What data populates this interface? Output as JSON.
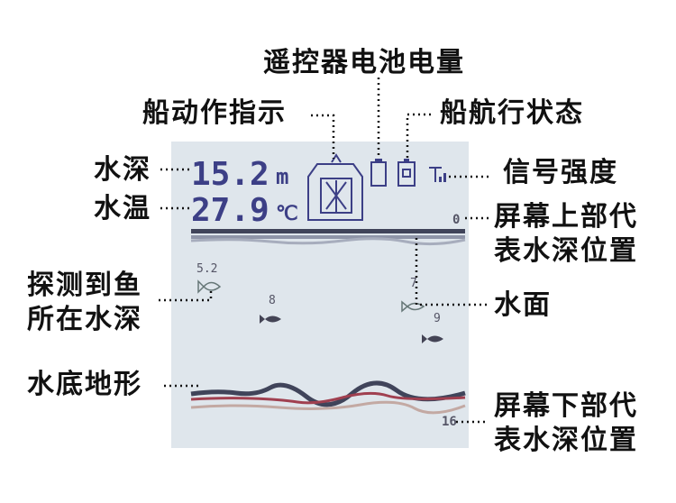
{
  "labels": {
    "remote_battery": "遥控器电池电量",
    "boat_action": "船动作指示",
    "boat_status": "船航行状态",
    "water_depth": "水深",
    "signal_strength": "信号强度",
    "water_temp": "水温",
    "screen_top_depth_line1": "屏幕上部代",
    "screen_top_depth_line2": "表水深位置",
    "fish_depth_line1": "探测到鱼",
    "fish_depth_line2": "所在水深",
    "water_surface": "水面",
    "bottom_terrain": "水底地形",
    "screen_bottom_depth_line1": "屏幕下部代",
    "screen_bottom_depth_line2": "表水深位置"
  },
  "lcd": {
    "depth_value": "15.2",
    "depth_unit": "m",
    "temp_value": "27.9",
    "temp_unit": "℃",
    "scale_top": "0",
    "scale_bottom": "16",
    "fish_depths": [
      "5.2",
      "8",
      "7",
      "9"
    ]
  },
  "colors": {
    "lcd_background": "#dfe6ec",
    "lcd_digits": "#3c3f86",
    "bottom_red": "#a04050",
    "leader_line": "#111111"
  }
}
